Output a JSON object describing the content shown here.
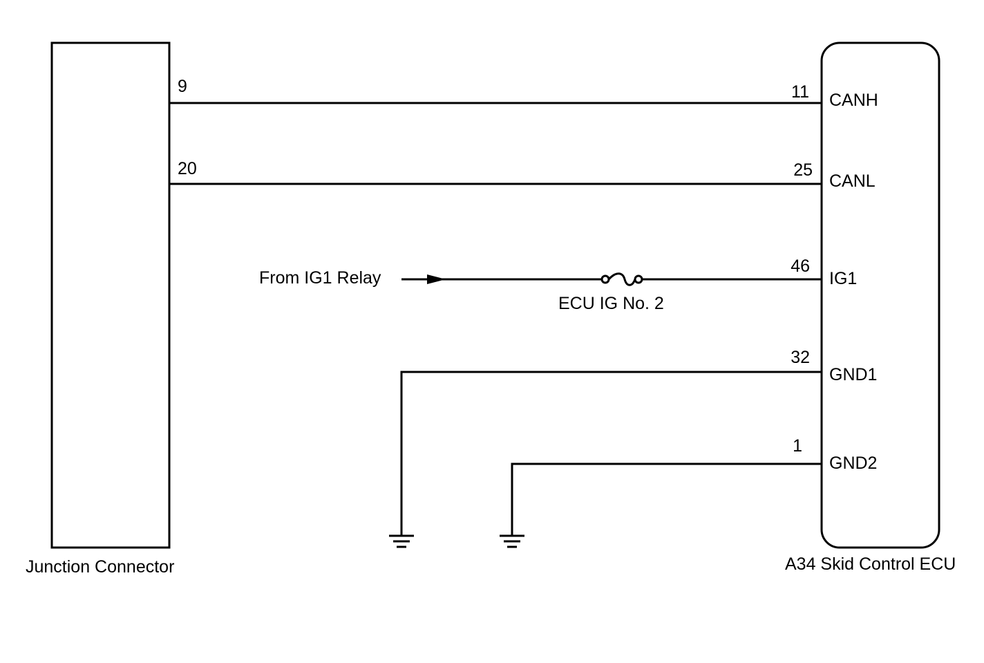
{
  "junction_connector": {
    "label": "Junction Connector",
    "pins": [
      {
        "number": "9"
      },
      {
        "number": "20"
      }
    ]
  },
  "ecu": {
    "label": "A34 Skid Control ECU",
    "pins": [
      {
        "number": "11",
        "name": "CANH"
      },
      {
        "number": "25",
        "name": "CANL"
      },
      {
        "number": "46",
        "name": "IG1"
      },
      {
        "number": "32",
        "name": "GND1"
      },
      {
        "number": "1",
        "name": "GND2"
      }
    ]
  },
  "power_source": {
    "label": "From IG1 Relay"
  },
  "fuse": {
    "label": "ECU IG No. 2"
  },
  "colors": {
    "line": "#000000",
    "background": "#ffffff"
  }
}
